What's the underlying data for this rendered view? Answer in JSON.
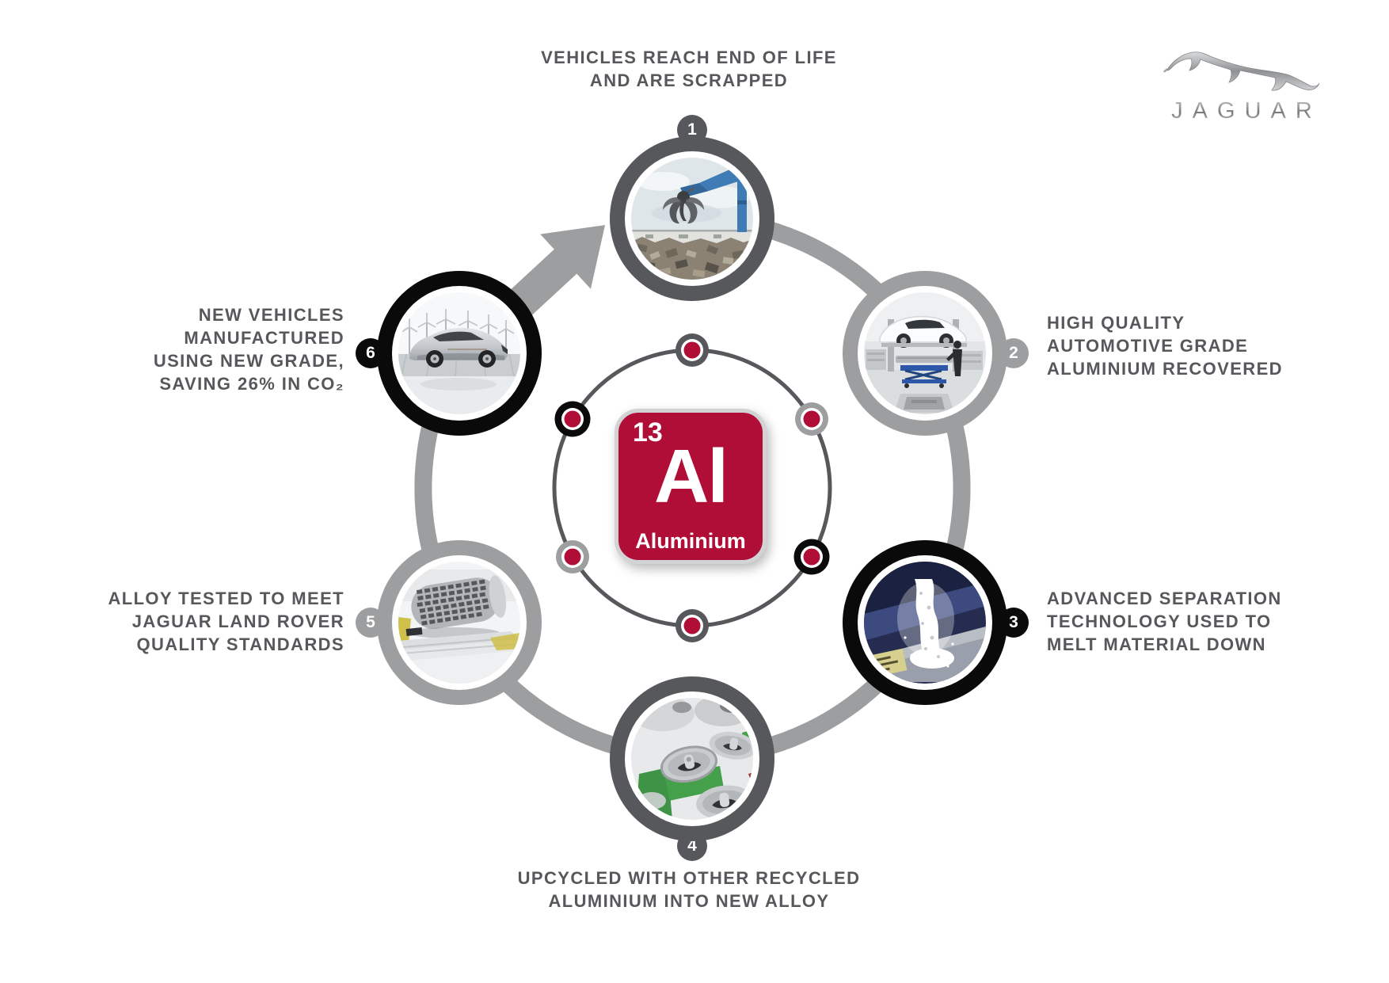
{
  "theme": {
    "dark-gray": "#57585B",
    "silver-gray": "#9D9E9F",
    "black": "#0A0A0A",
    "crimson": "#B10E37",
    "text-gray": "#57585B"
  },
  "brand": {
    "wordmark": "JAGUAR",
    "leaper_icon": "jaguar-leaper-icon"
  },
  "center_element": {
    "atomic_number": "13",
    "symbol": "Al",
    "name": "Aluminium"
  },
  "steps": [
    {
      "number": "1",
      "ring": "dark",
      "photo_icon": "scrapyard-crane-claw",
      "lines": [
        "VEHICLES REACH END OF LIFE",
        "AND ARE SCRAPPED"
      ]
    },
    {
      "number": "2",
      "ring": "silver",
      "photo_icon": "car-on-workshop-lift",
      "lines": [
        "HIGH QUALITY",
        "AUTOMOTIVE GRADE",
        "ALUMINIUM RECOVERED"
      ]
    },
    {
      "number": "3",
      "ring": "black",
      "photo_icon": "molten-aluminium-pour",
      "lines": [
        "ADVANCED SEPARATION",
        "TECHNOLOGY USED TO",
        "MELT MATERIAL DOWN"
      ]
    },
    {
      "number": "4",
      "ring": "dark",
      "photo_icon": "recycled-aluminium-cans",
      "lines": [
        "UPCYCLED WITH OTHER RECYCLED",
        "ALUMINIUM INTO NEW ALLOY"
      ]
    },
    {
      "number": "5",
      "ring": "silver",
      "photo_icon": "alloy-rolling-mill",
      "lines": [
        "ALLOY TESTED TO MEET",
        "JAGUAR LAND ROVER",
        "QUALITY STANDARDS"
      ]
    },
    {
      "number": "6",
      "ring": "black",
      "photo_icon": "new-silver-jaguar-vehicle",
      "lines": [
        "NEW VEHICLES",
        "MANUFACTURED",
        "USING NEW GRADE,",
        "SAVING 26% IN CO₂"
      ]
    }
  ]
}
